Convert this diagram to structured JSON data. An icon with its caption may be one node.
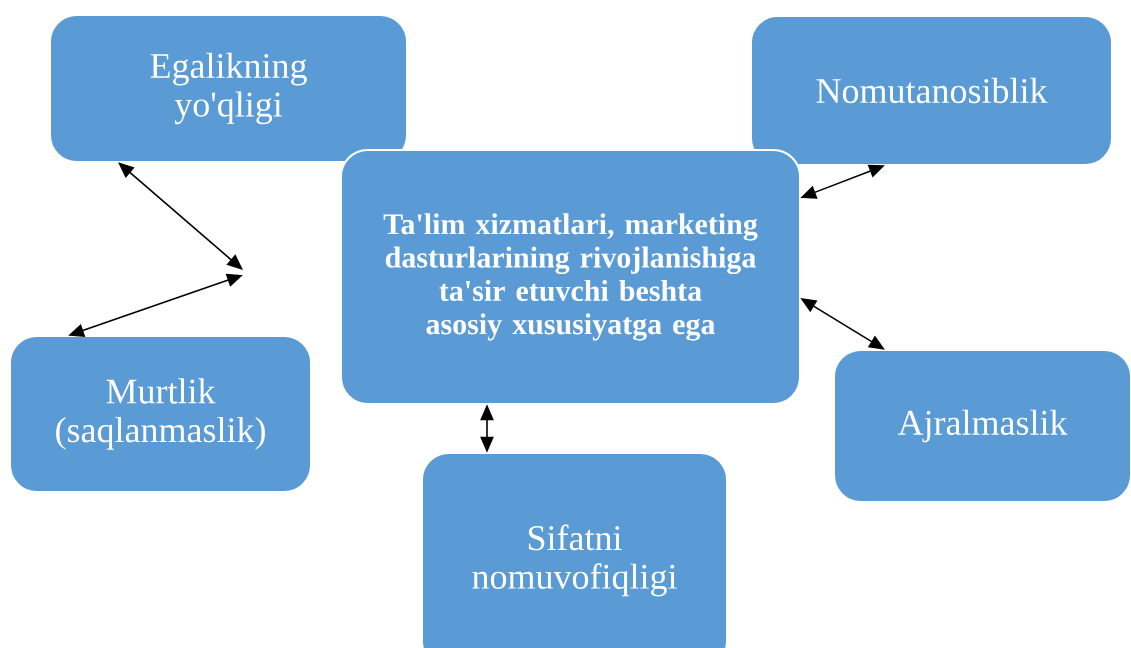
{
  "diagram": {
    "nodes": [
      {
        "text": [
          "Egalikning yo'qligi"
        ]
      },
      {
        "text": [
          "Nomutanosiblik"
        ]
      },
      {
        "text": [
          "Ta'lim xizmatlari, marketing dasturlarining rivojlanishiga ta'sir etuvchi beshta asosiy xususiyatga ega"
        ]
      },
      {
        "text": [
          "Murtlik (saqlanmaslik)"
        ]
      },
      {
        "text": [
          "Ajralmaslik"
        ]
      },
      {
        "text": [
          "Sifatni nomuvofiqligi"
        ]
      }
    ],
    "edges": [
      {
        "from": 0,
        "to": null,
        "arrow": "both"
      },
      {
        "from": null,
        "to": 3,
        "arrow": "both"
      },
      {
        "from": 2,
        "to": 1,
        "arrow": "both"
      },
      {
        "from": 2,
        "to": 4,
        "arrow": "both"
      },
      {
        "from": 2,
        "to": 5,
        "arrow": "both"
      }
    ]
  }
}
